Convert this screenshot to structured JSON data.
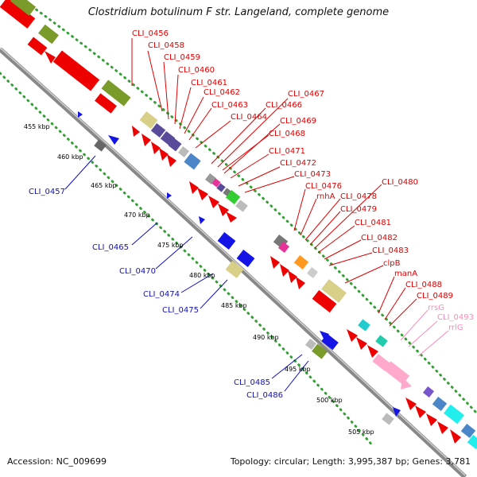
{
  "title": "Clostridium botulinum F str. Langeland, complete genome",
  "accession": "Accession: NC_009699",
  "summary": "Topology: circular; Length: 3,995,387 bp; Genes: 3,781",
  "colors": {
    "forward_label": "#e00000",
    "reverse_label": "#1010c0",
    "rna_label": "#ff88bb",
    "cds": "#ee0000",
    "cds_reverse": "#1414e6",
    "rna": "#ffaacc",
    "backbone": "#999999",
    "scale_dots": "#33a033"
  },
  "scale_ticks": [
    "455 kbp",
    "460 kbp",
    "465 kbp",
    "470 kbp",
    "475 kbp",
    "480 kbp",
    "485 kbp",
    "490 kbp",
    "495 kbp",
    "500 kbp",
    "505 kbp"
  ],
  "forward_labels": [
    "CLI_0456",
    "CLI_0458",
    "CLI_0459",
    "CLI_0460",
    "CLI_0461",
    "CLI_0462",
    "CLI_0463",
    "CLI_0464",
    "CLI_0466",
    "CLI_0467",
    "CLI_0468",
    "CLI_0469",
    "CLI_0471",
    "CLI_0472",
    "CLI_0473",
    "CLI_0476",
    "rnhA",
    "CLI_0478",
    "CLI_0479",
    "CLI_0480",
    "CLI_0481",
    "CLI_0482",
    "CLI_0483",
    "clpB",
    "manA",
    "CLI_0488",
    "CLI_0489"
  ],
  "rna_labels": [
    "rrsG",
    "CLI_0493",
    "rrlG"
  ],
  "reverse_labels": [
    "CLI_0457",
    "CLI_0465",
    "CLI_0470",
    "CLI_0474",
    "CLI_0475",
    "CLI_0485",
    "CLI_0486"
  ]
}
